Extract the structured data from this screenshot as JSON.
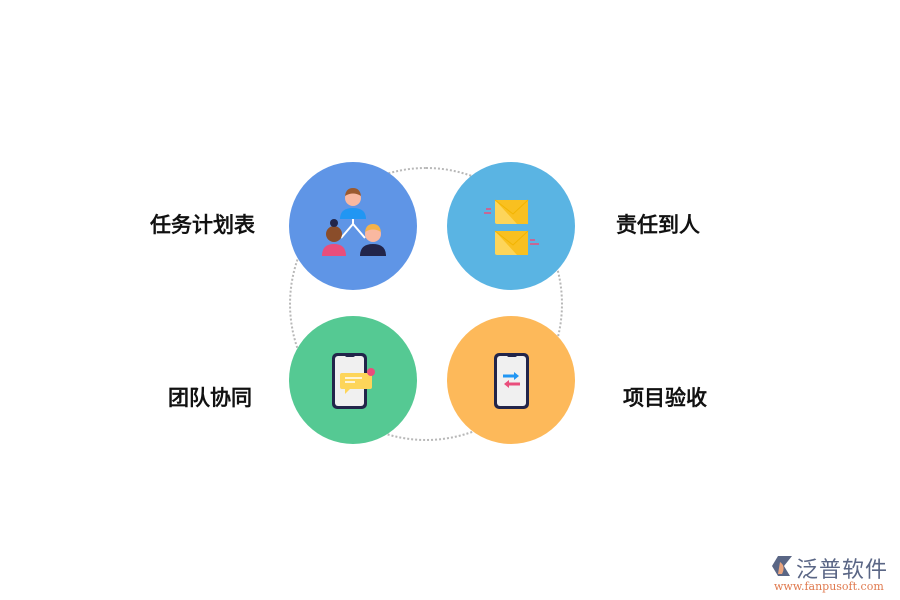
{
  "items": [
    {
      "label": "任务计划表",
      "color": "#5f95e6",
      "icon": "team-hierarchy-icon"
    },
    {
      "label": "责任到人",
      "color": "#5ab4e3",
      "icon": "envelopes-icon"
    },
    {
      "label": "团队协同",
      "color": "#55c993",
      "icon": "phone-message-icon"
    },
    {
      "label": "项目验收",
      "color": "#fdb95a",
      "icon": "phone-transfer-icon"
    }
  ],
  "logo": {
    "name": "泛普软件",
    "url": "www.fanpusoft.com"
  }
}
